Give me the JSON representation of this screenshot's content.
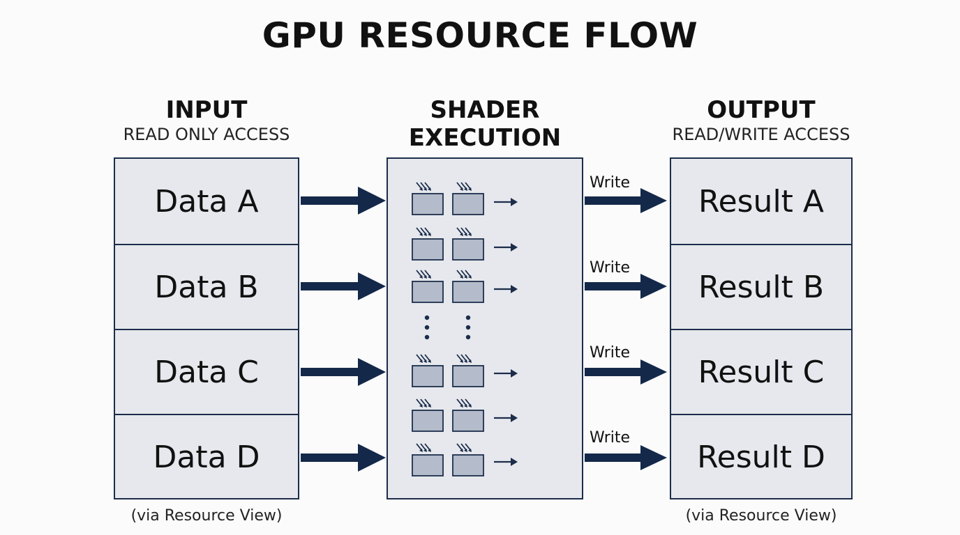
{
  "title": "GPU RESOURCE FLOW",
  "input": {
    "heading": "INPUT",
    "subheading": "READ ONLY ACCESS",
    "items": [
      "Data A",
      "Data B",
      "Data C",
      "Data D"
    ],
    "footnote": "(via Resource View)"
  },
  "shader": {
    "heading_line1": "SHADER",
    "heading_line2": "EXECUTION"
  },
  "output": {
    "heading": "OUTPUT",
    "subheading": "READ/WRITE ACCESS",
    "items": [
      "Result A",
      "Result B",
      "Result C",
      "Result D"
    ],
    "footnote": "(via Resource View)"
  },
  "write_labels": [
    "Write",
    "Write",
    "Write",
    "Write"
  ],
  "colors": {
    "arrow": "#14284a",
    "box_border": "#1c2d4a",
    "box_fill": "#e6e8ed",
    "thread_fill": "#b4bccb"
  }
}
